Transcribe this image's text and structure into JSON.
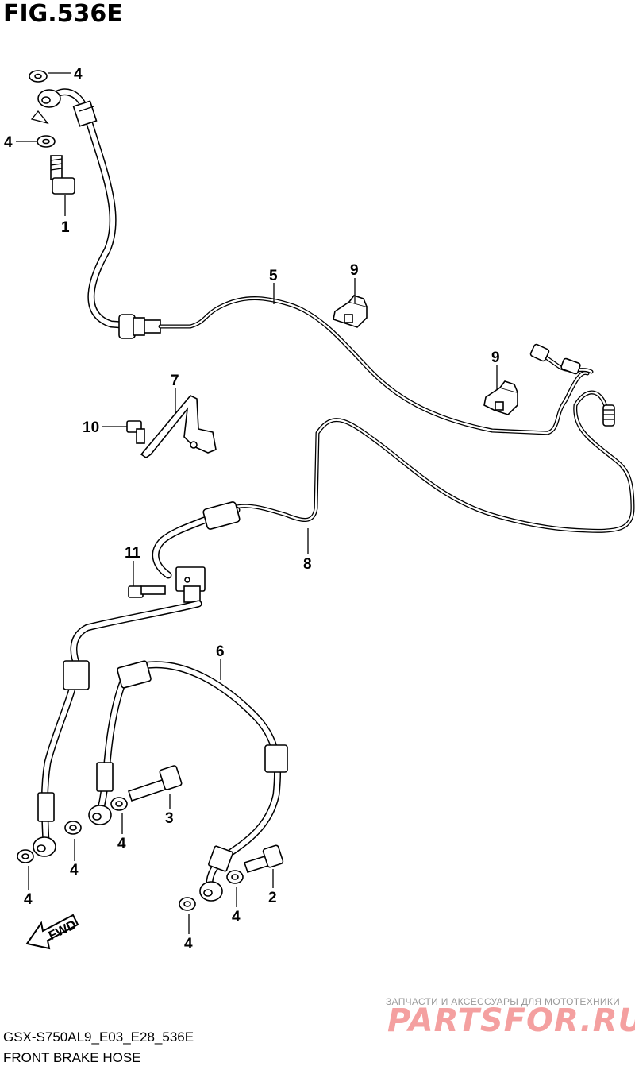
{
  "figure": {
    "title": "FIG.536E",
    "model_code": "GSX-S750AL9_E03_E28_536E",
    "description": "FRONT BRAKE HOSE"
  },
  "callouts": [
    {
      "id": "c4a",
      "label": "4"
    },
    {
      "id": "c4b",
      "label": "4"
    },
    {
      "id": "c1",
      "label": "1"
    },
    {
      "id": "c5",
      "label": "5"
    },
    {
      "id": "c9a",
      "label": "9"
    },
    {
      "id": "c9b",
      "label": "9"
    },
    {
      "id": "c7",
      "label": "7"
    },
    {
      "id": "c10",
      "label": "10"
    },
    {
      "id": "c8",
      "label": "8"
    },
    {
      "id": "c11",
      "label": "11"
    },
    {
      "id": "c6",
      "label": "6"
    },
    {
      "id": "c3",
      "label": "3"
    },
    {
      "id": "c4c",
      "label": "4"
    },
    {
      "id": "c4d",
      "label": "4"
    },
    {
      "id": "c4e",
      "label": "4"
    },
    {
      "id": "c2",
      "label": "2"
    },
    {
      "id": "c4f",
      "label": "4"
    },
    {
      "id": "c4g",
      "label": "4"
    }
  ],
  "direction_marker": {
    "label": "FWD"
  },
  "watermark": {
    "tagline": "ЗАПЧАСТИ И АКСЕССУАРЫ ДЛЯ МОТОТЕХНИКИ",
    "brand": "PARTSFOR.RU"
  }
}
